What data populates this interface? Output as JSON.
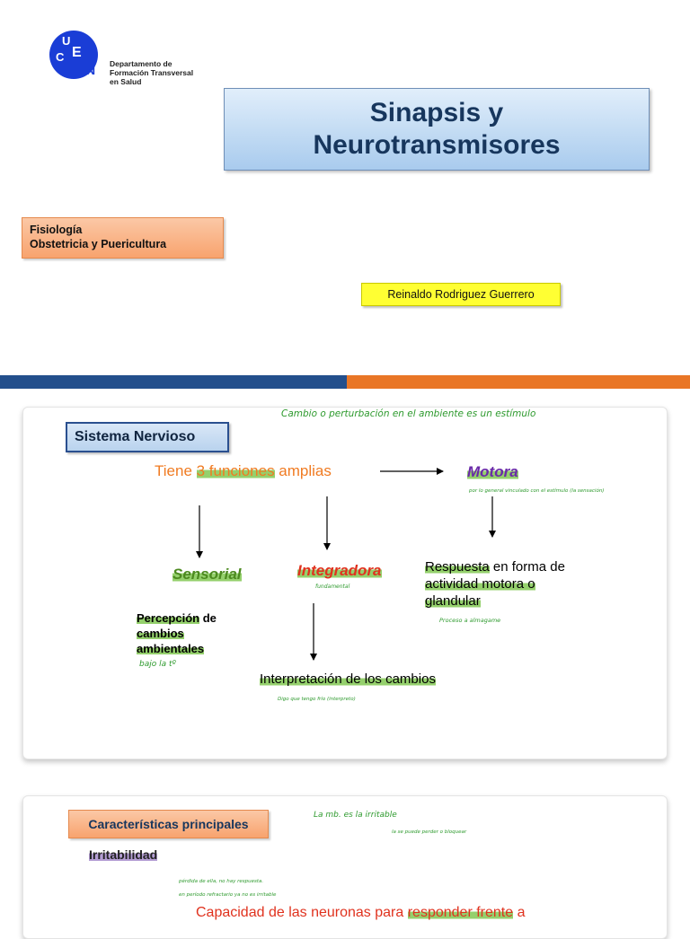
{
  "header": {
    "logo_letters": [
      "U",
      "C",
      "E",
      "N"
    ],
    "department_lines": [
      "Departamento de",
      "Formación Transversal",
      "en Salud"
    ],
    "title_lines": [
      "Sinapsis y",
      "Neurotransmisores"
    ],
    "subject_lines": [
      "Fisiología",
      "Obstetricia y Puericultura"
    ],
    "author": "Reinaldo Rodriguez Guerrero"
  },
  "colors": {
    "logo_blue": "#1a3dd6",
    "bar_blue": "#234f8c",
    "bar_orange": "#e97626",
    "handwriting_green": "#2e9a2e"
  },
  "slide2": {
    "header": "Sistema Nervioso",
    "note_top": "Cambio o perturbación en el ambiente es un estímulo",
    "tiene": {
      "pre": "Tiene ",
      "highlight": "3 funciones",
      "post": " amplias"
    },
    "motora": "Motora",
    "motora_note": "por lo general vinculado con el estímulo (la sensación)",
    "sensorial": "Sensorial",
    "integradora": "Integradora",
    "integradora_note": "fundamental",
    "respuesta": {
      "line1_highlight": "Respuesta",
      "line1_rest": " en forma de",
      "line2": "actividad motora o",
      "line3": "glandular"
    },
    "respuesta_note": "Proceso a almagame",
    "percepcion": {
      "line1_highlight": "Percepción",
      "line1_rest": " de",
      "line2": "cambios",
      "line3": "ambientales"
    },
    "percepcion_note": "bajo la tº",
    "interpretacion": "Interpretación de los cambios",
    "interpretacion_note": "Digo que tengo frío (interpreto)"
  },
  "slide3": {
    "header": "Características principales",
    "note_top": "La mb. es la irritable",
    "note_top2": "la se puede perder o bloquear",
    "irritabilidad": "Irritabilidad",
    "irrit_note1": "pérdida de ella, no hay respuesta.",
    "irrit_note2": "en período refractario ya no es irritable",
    "capacidad": {
      "pre": "Capacidad de las neuronas para ",
      "highlight": "responder frente",
      "post": "  a"
    }
  }
}
